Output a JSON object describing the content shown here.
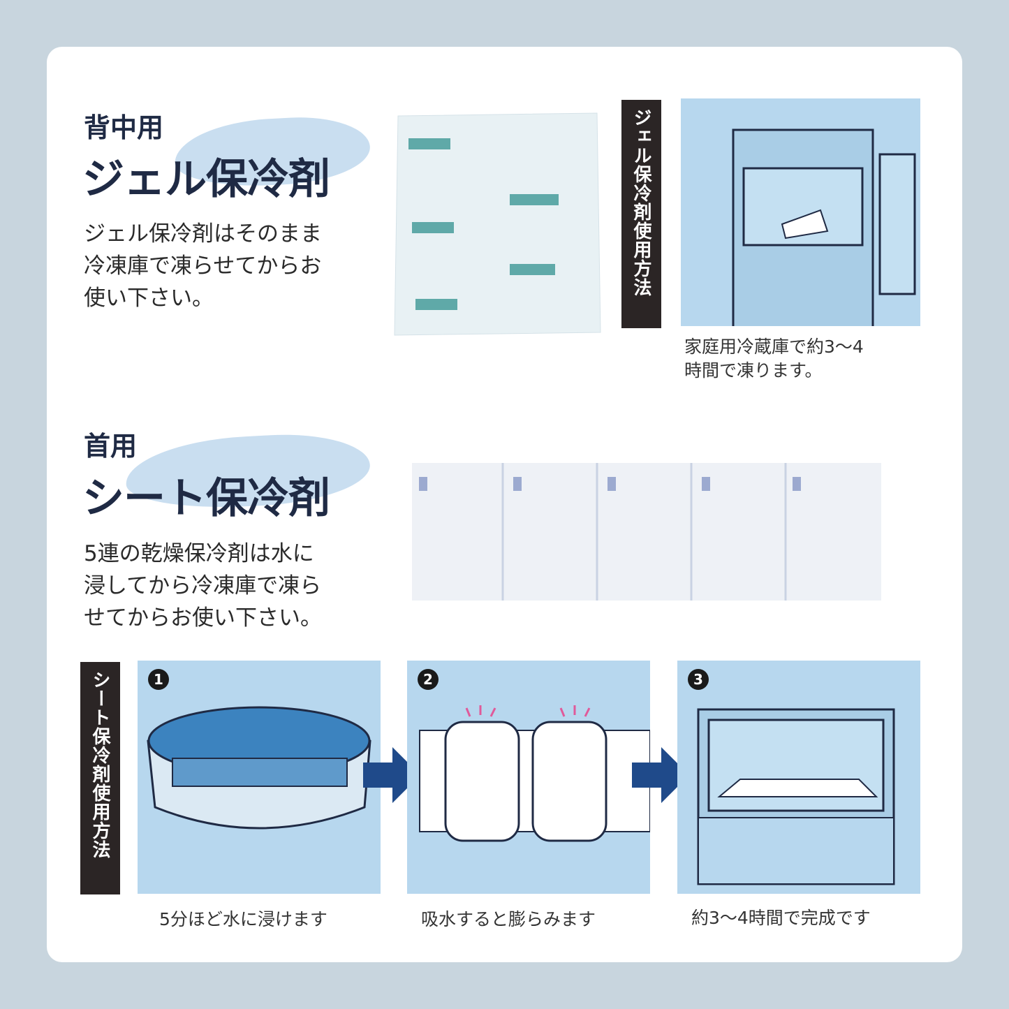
{
  "gel_section": {
    "subtitle": "背中用",
    "title": "ジェル保冷剤",
    "description": "ジェル保冷剤はそのまま\n冷凍庫で凍らせてからお\n使い下さい。",
    "usage_label": "ジェル保冷剤使用方法",
    "usage_caption": "家庭用冷蔵庫で約3～4\n時間で凍ります。"
  },
  "sheet_section": {
    "subtitle": "首用",
    "title": "シート保冷剤",
    "description": "5連の乾燥保冷剤は水に\n浸してから冷凍庫で凍ら\nせてからお使い下さい。",
    "usage_label": "シート保冷剤使用方法",
    "steps": [
      {
        "number": "1",
        "caption": "5分ほど水に浸けます"
      },
      {
        "number": "2",
        "caption": "吸水すると膨らみます"
      },
      {
        "number": "3",
        "caption": "約3～4時間で完成です"
      }
    ]
  },
  "colors": {
    "background": "#c8d5de",
    "navy": "#1f2a44",
    "panel": "#b7d7ee",
    "label": "#2b2525",
    "arrow": "#1f4a8a"
  }
}
